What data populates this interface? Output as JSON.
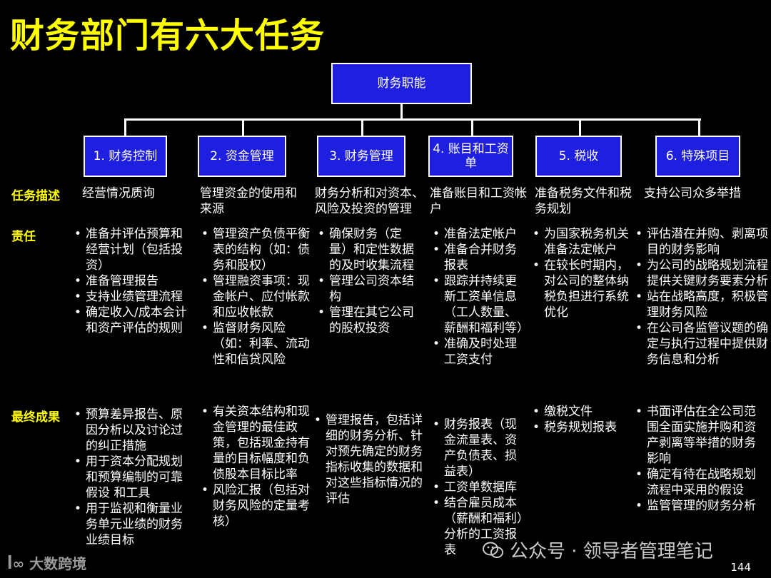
{
  "title": "财务部门有六大任务",
  "root": "财务职能",
  "row_labels": {
    "description": "任务描述",
    "responsibility": "责任",
    "outcome": "最终成果"
  },
  "columns": [
    {
      "label": "1. 财务控制",
      "description": "经营情况质询",
      "responsibilities": [
        "准备并评估预算和经营计划（包括投资）",
        "准备管理报告",
        "支持业绩管理流程",
        "确定收入/成本会计和资产评估的规则"
      ],
      "outcomes": [
        "预算差异报告、原因分析以及讨论过的纠正措施",
        "用于资本分配规划和预算编制的可靠假设 和工具",
        "用于监视和衡量业务单元业绩的财务业绩目标"
      ]
    },
    {
      "label": "2. 资金管理",
      "description": "管理资金的使用和来源",
      "responsibilities": [
        "管理资产负债平衡表的结构（如：债务和股权）",
        "管理融资事项：现金帐户、应付帐款和应收帐款",
        "监督财务风险（如：利率、流动性和信贷风险"
      ],
      "outcomes": [
        "有关资本结构和现金管理的最佳政策，包括现金持有量的目标幅度和负债股本目标比率",
        "风险汇报（包括对财务风险的定量考核）"
      ]
    },
    {
      "label": "3. 财务管理",
      "description": "财务分析和对资本、风险及投资的管理",
      "responsibilities": [
        "确保财务（定量）和定性数据的及时收集流程",
        "管理公司资本结构",
        "管理在其它公司的股权投资"
      ],
      "outcomes": [
        "管理报告，包括详细的财务分析、针对预先确定的财务指标收集的数据和对这些指标情况的评估"
      ]
    },
    {
      "label": "4. 账目和工资单",
      "description": "准备账目和工资帐户",
      "responsibilities": [
        "准备法定帐户",
        "准备合并财务报表",
        "跟踪并持续更新工资单信息（工人数量、薪酬和福利等）",
        "准确及时处理工资支付"
      ],
      "outcomes": [
        "财务报表（现金流量表、资产负债表、损益表）",
        "工资单数据库",
        "结合雇员成本（薪酬和福利）分析的工资报表"
      ]
    },
    {
      "label": "5. 税收",
      "description": "准备税务文件和税务规划",
      "responsibilities": [
        "为国家税务机关准备法定帐户",
        "在较长时期内，对公司的整体纳税负担进行系统优化"
      ],
      "outcomes": [
        "缴税文件",
        "税务规划报表"
      ]
    },
    {
      "label": "6. 特殊项目",
      "description": "支持公司众多举措",
      "responsibilities": [
        "评估潜在并购、剥离项目的财务影响",
        "为公司的战略规划流程提供关键财务要素分析",
        "站在战略高度，积极管理财务风险",
        "在公司各监管议题的确定与执行过程中提供财务信息和分析"
      ],
      "outcomes": [
        "书面评估在全公司范围全面实施并购和资产剥离等举措的财务影响",
        "确定有待在战略规划流程中采用的假设",
        "监管管理的财务分析"
      ]
    }
  ],
  "footer": {
    "logo_text": "大数跨境",
    "watermark": "公众号 · 领导者管理笔记",
    "page": "144"
  },
  "colors": {
    "background": "#000000",
    "title": "#ffff00",
    "box_fill": "#1f1fe0",
    "row_label": "#ffff00",
    "text": "#ffffff"
  }
}
